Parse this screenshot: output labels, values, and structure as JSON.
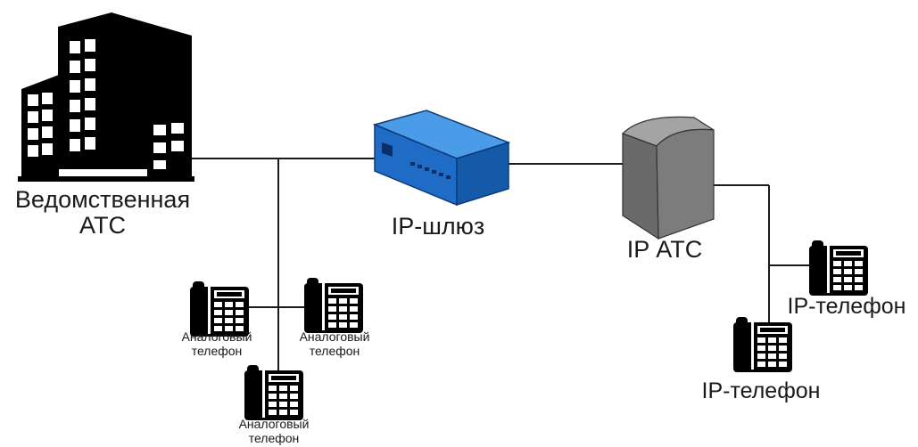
{
  "nodes": {
    "departmental_pbx": {
      "line1": "Ведомственная",
      "line2": "АТС"
    },
    "ip_gateway": {
      "label": "IP-шлюз"
    },
    "ip_pbx": {
      "label": "IP АТС"
    },
    "analog_phone_1": {
      "line1": "Аналоговый",
      "line2": "телефон"
    },
    "analog_phone_2": {
      "line1": "Аналоговый",
      "line2": "телефон"
    },
    "analog_phone_3": {
      "line1": "Аналоговый",
      "line2": "телефон"
    },
    "ip_phone_1": {
      "label": "IP-телефон"
    },
    "ip_phone_2": {
      "label": "IP-телефон"
    }
  },
  "colors": {
    "line": "#1a1a1a",
    "building": "#000000",
    "gateway": "#2a78d2",
    "server": "#6e6e6e"
  },
  "icons": [
    "building-icon",
    "gateway-icon",
    "server-icon",
    "phone-icon"
  ]
}
